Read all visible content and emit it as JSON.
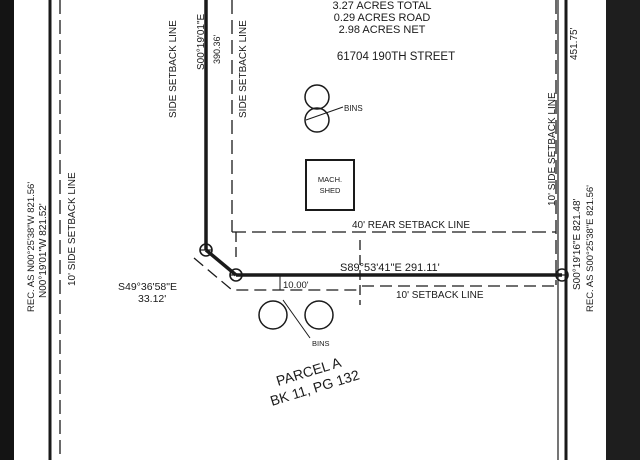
{
  "survey": {
    "acreage": {
      "total": "3.27 ACRES TOTAL",
      "road": "0.29 ACRES ROAD",
      "net": "2.98 ACRES NET"
    },
    "address": "61704 190TH STREET",
    "bins_label_top": "BINS",
    "bins_label_bottom": "BINS",
    "shed_label_1": "MACH.",
    "shed_label_2": "SHED",
    "side_setback_left_1": "SIDE SETBACK LINE",
    "side_setback_left_2": "SIDE SETBACK LINE",
    "side_setback_right": "10' SIDE SETBACK LINE",
    "side_setback_left_outer": "10' SIDE SETBACK LINE",
    "rear_setback": "40' REAR SETBACK LINE",
    "setback_10": "10' SETBACK LINE",
    "bearing_s00_top": "S00°19'01\"E",
    "dist_390": "390.36'",
    "dist_451": "451.75'",
    "rec_left": "REC. AS N00°25'38\"W 821.56'",
    "n00_left": "N00°19'01\"W 821.52'",
    "s00_right": "S00°19'16\"E 821.48'",
    "rec_right": "REC. AS S00°25'38\"E 821.56'",
    "bearing_s89": "S89°53'41\"E 291.11'",
    "bearing_s49": "S49°36'58\"E",
    "dist_33": "33.12'",
    "dist_10": "10.00'",
    "parcel_name": "PARCEL A",
    "parcel_book": "BK 11, PG 132"
  },
  "colors": {
    "ink": "#1a1a1a",
    "paper": "#ffffff",
    "margin_dark": "#1a1a1a"
  }
}
